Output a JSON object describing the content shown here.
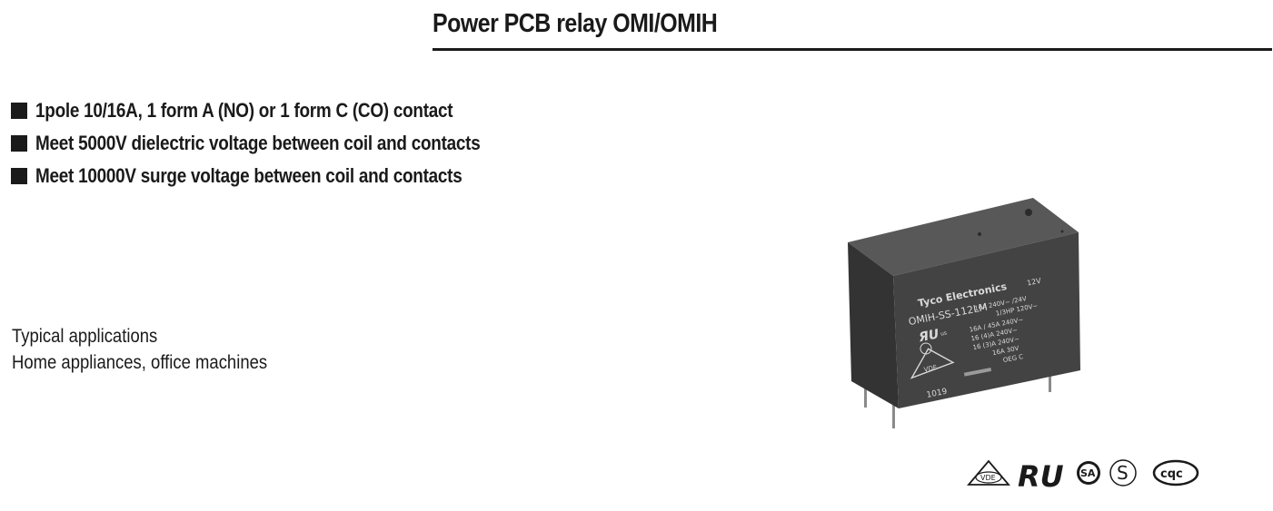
{
  "header": {
    "title": "Power PCB relay OMI/OMIH"
  },
  "features": [
    "1pole 10/16A, 1 form A (NO) or 1 form C (CO) contact",
    "Meet 5000V dielectric voltage between coil and contacts",
    "Meet 10000V surge voltage between coil and contacts"
  ],
  "applications": {
    "heading": "Typical applications",
    "text": "Home appliances, office machines"
  },
  "product_photo": {
    "brand": "Tyco Electronics",
    "model": "OMIH-SS-112LM",
    "rating_coil": "12V",
    "rating_lines": [
      "16A 240V~ /24V",
      "1/3HP 120V~",
      "16A / 45A 240V~",
      "16 (4)A 240V~",
      "16 (3)A 240V~",
      "16A 30V",
      "OEG C"
    ],
    "date_code": "1019",
    "mark_vde": "VDE",
    "mark_us": "us"
  },
  "certifications": {
    "vde": "VDE",
    "ul": "RU",
    "csa": "SA",
    "semko": "S",
    "cqc": "cqc"
  },
  "colors": {
    "text": "#1a1a1a",
    "relay_body": "#3f3f3f",
    "relay_top": "#5a5a5a"
  }
}
